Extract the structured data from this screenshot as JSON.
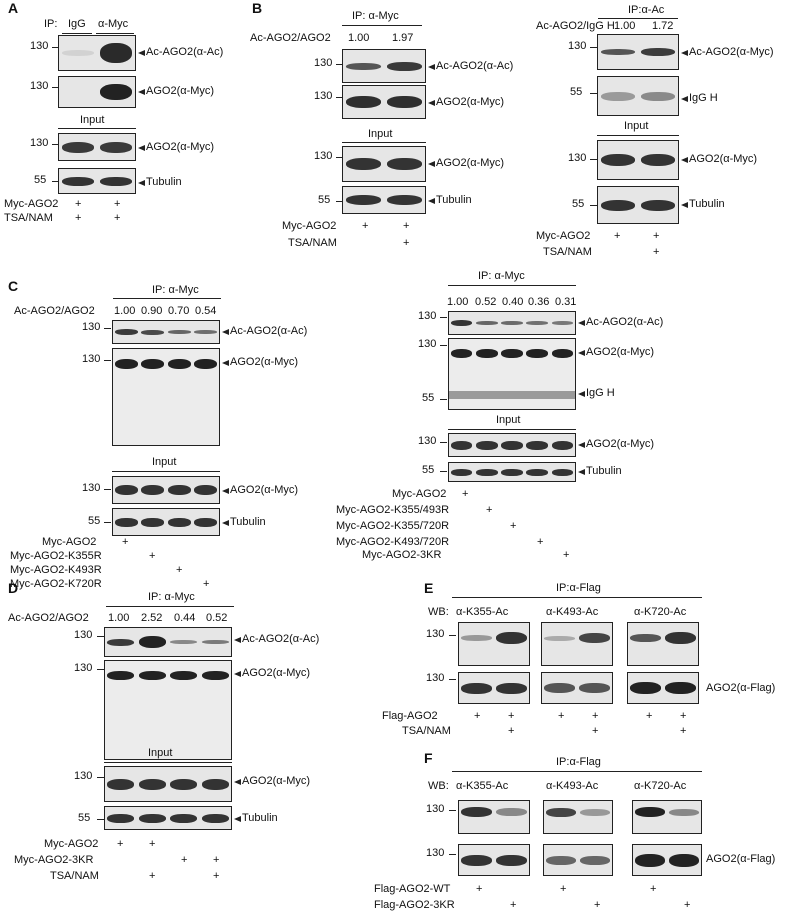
{
  "A": {
    "label": "A",
    "ip_prefix": "IP:",
    "ip_cols": [
      "IgG",
      "α-Myc"
    ],
    "mw": [
      "130",
      "130",
      "130",
      "55"
    ],
    "bands": [
      "Ac-AGO2(α-Ac)",
      "AGO2(α-Myc)",
      "AGO2(α-Myc)",
      "Tubulin"
    ],
    "input": "Input",
    "rows": [
      {
        "label": "Myc-AGO2",
        "marks": [
          "+",
          "+"
        ]
      },
      {
        "label": "TSA/NAM",
        "marks": [
          "+",
          "+"
        ]
      }
    ]
  },
  "B1": {
    "label": "B",
    "header": "IP: α-Myc",
    "ratio_label": "Ac-AGO2/AGO2",
    "ratios": [
      "1.00",
      "1.97"
    ],
    "mw": [
      "130",
      "130",
      "130",
      "55"
    ],
    "bands": [
      "Ac-AGO2(α-Ac)",
      "AGO2(α-Myc)",
      "AGO2(α-Myc)",
      "Tubulin"
    ],
    "input": "Input",
    "rows": [
      {
        "label": "Myc-AGO2",
        "marks": [
          "+",
          "+"
        ]
      },
      {
        "label": "TSA/NAM",
        "marks": [
          "+"
        ]
      }
    ]
  },
  "B2": {
    "header": "IP:α-Ac",
    "ratio_label": "Ac-AGO2/IgG H",
    "ratios": [
      "1.00",
      "1.72"
    ],
    "mw": [
      "130",
      "55",
      "130",
      "55"
    ],
    "bands": [
      "Ac-AGO2(α-Myc)",
      "IgG H",
      "AGO2(α-Myc)",
      "Tubulin"
    ],
    "input": "Input",
    "rows": [
      {
        "label": "Myc-AGO2",
        "marks": [
          "+",
          "+"
        ]
      },
      {
        "label": "TSA/NAM",
        "marks": [
          "+"
        ]
      }
    ]
  },
  "C1": {
    "label": "C",
    "header": "IP: α-Myc",
    "ratio_label": "Ac-AGO2/AGO2",
    "ratios": [
      "1.00",
      "0.90",
      "0.70",
      "0.54"
    ],
    "mw": [
      "130",
      "130",
      "130",
      "55"
    ],
    "bands": [
      "Ac-AGO2(α-Ac)",
      "AGO2(α-Myc)",
      "AGO2(α-Myc)",
      "Tubulin"
    ],
    "input": "Input",
    "rows": [
      {
        "label": "Myc-AGO2",
        "marks": [
          "+"
        ]
      },
      {
        "label": "Myc-AGO2-K355R",
        "marks": [
          "+"
        ]
      },
      {
        "label": "Myc-AGO2-K493R",
        "marks": [
          "+"
        ]
      },
      {
        "label": "Myc-AGO2-K720R",
        "marks": [
          "+"
        ]
      }
    ]
  },
  "C2": {
    "header": "IP: α-Myc",
    "ratios": [
      "1.00",
      "0.52",
      "0.40",
      "0.36",
      "0.31"
    ],
    "mw": [
      "130",
      "130",
      "55",
      "130",
      "55"
    ],
    "bands": [
      "Ac-AGO2(α-Ac)",
      "AGO2(α-Myc)",
      "IgG H",
      "AGO2(α-Myc)",
      "Tubulin"
    ],
    "input": "Input",
    "rows": [
      {
        "label": "Myc-AGO2",
        "marks": [
          "+"
        ]
      },
      {
        "label": "Myc-AGO2-K355/493R",
        "marks": [
          "+"
        ]
      },
      {
        "label": "Myc-AGO2-K355/720R",
        "marks": [
          "+"
        ]
      },
      {
        "label": "Myc-AGO2-K493/720R",
        "marks": [
          "+"
        ]
      },
      {
        "label": "Myc-AGO2-3KR",
        "marks": [
          "+"
        ]
      }
    ]
  },
  "D": {
    "label": "D",
    "header": "IP: α-Myc",
    "ratio_label": "Ac-AGO2/AGO2",
    "ratios": [
      "1.00",
      "2.52",
      "0.44",
      "0.52"
    ],
    "mw": [
      "130",
      "130",
      "55"
    ],
    "bands": [
      "Ac-AGO2(α-Ac)",
      "AGO2(α-Myc)",
      "AGO2(α-Myc)",
      "Tubulin"
    ],
    "input": "Input",
    "rows": [
      {
        "label": "Myc-AGO2",
        "marks": [
          "+",
          "+"
        ]
      },
      {
        "label": "Myc-AGO2-3KR",
        "marks": [
          "+",
          "+"
        ]
      },
      {
        "label": "TSA/NAM",
        "marks": [
          "+",
          "+"
        ]
      }
    ]
  },
  "E": {
    "label": "E",
    "header": "IP:α-Flag",
    "wb": "WB:",
    "abs": [
      "α-K355-Ac",
      "α-K493-Ac",
      "α-K720-Ac"
    ],
    "mw": [
      "130",
      "130"
    ],
    "band": "AGO2(α-Flag)",
    "rows": [
      {
        "label": "Flag-AGO2",
        "marks": [
          "+",
          "+",
          "+",
          "+",
          "+",
          "+"
        ]
      },
      {
        "label": "TSA/NAM",
        "marks": [
          "+",
          "+",
          "+"
        ]
      }
    ]
  },
  "F": {
    "label": "F",
    "header": "IP:α-Flag",
    "wb": "WB:",
    "abs": [
      "α-K355-Ac",
      "α-K493-Ac",
      "α-K720-Ac"
    ],
    "mw": [
      "130",
      "130"
    ],
    "band": "AGO2(α-Flag)",
    "rows": [
      {
        "label": "Flag-AGO2-WT",
        "marks": [
          "+",
          "+",
          "+"
        ]
      },
      {
        "label": "Flag-AGO2-3KR",
        "marks": [
          "+",
          "+",
          "+"
        ]
      }
    ]
  },
  "colors": {
    "ink": "#222222",
    "band_dark": "#2a2a2a",
    "blot_bg": "#e6e6e6"
  }
}
